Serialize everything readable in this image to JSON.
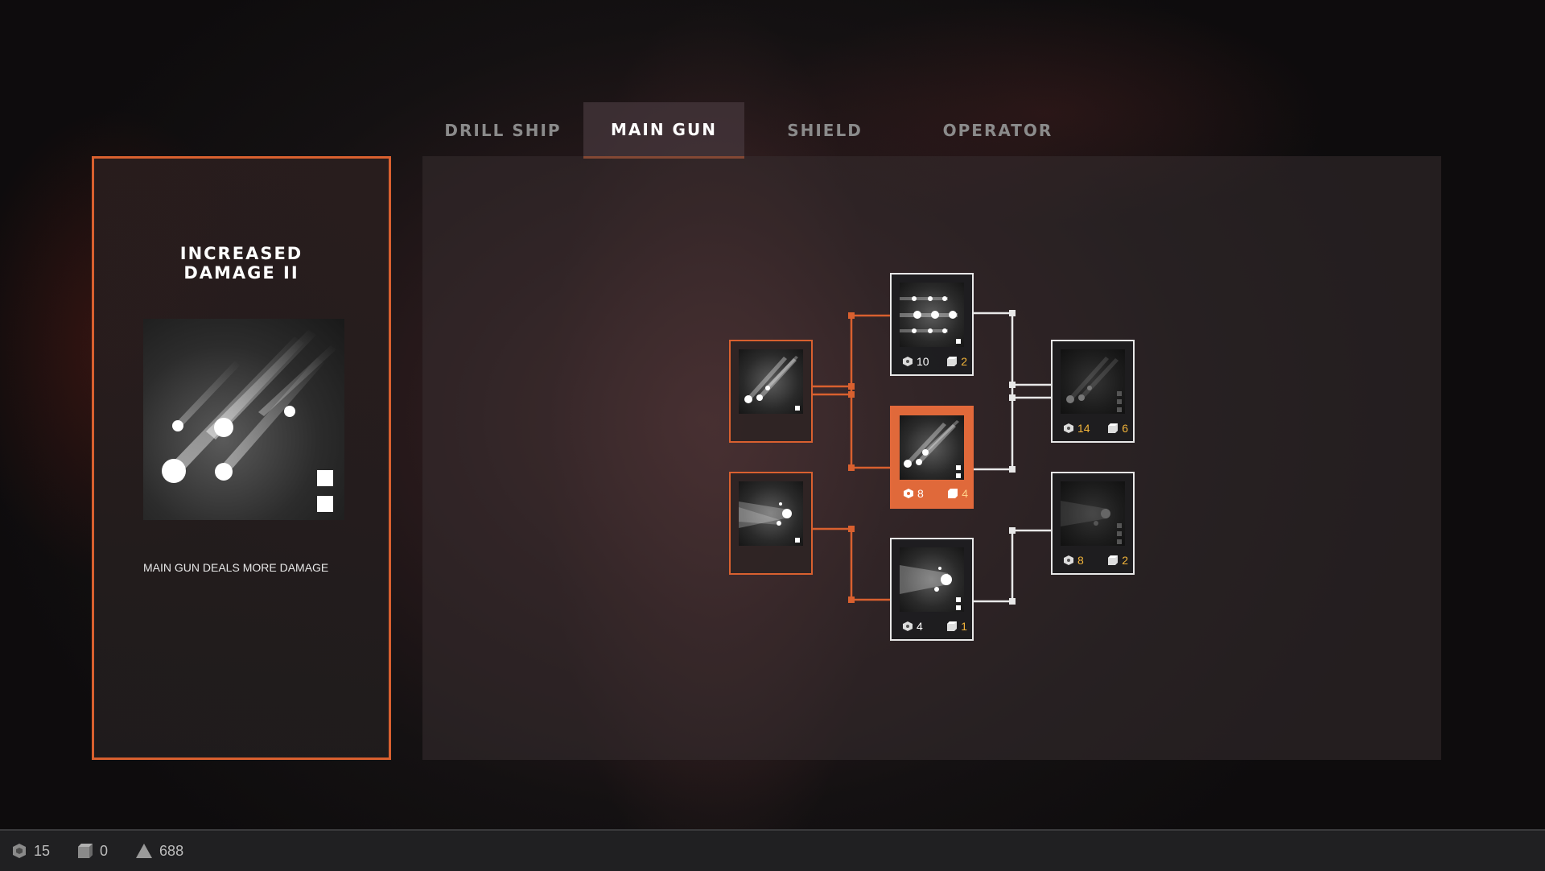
{
  "tabs": [
    {
      "label": "DRILL SHIP",
      "active": false
    },
    {
      "label": "MAIN GUN",
      "active": true
    },
    {
      "label": "SHIELD",
      "active": false
    },
    {
      "label": "OPERATOR",
      "active": false
    }
  ],
  "detail": {
    "title": "INCREASED\nDAMAGE II",
    "description": "MAIN GUN DEALS MORE DAMAGE",
    "image_icon": "meteor-shower-icon"
  },
  "tree": {
    "nodes": [
      {
        "id": "tier1-meteors",
        "icon": "meteor-streaks-icon",
        "state": "unlocked"
      },
      {
        "id": "tier1-beam",
        "icon": "light-beam-icon",
        "state": "unlocked"
      },
      {
        "id": "tier2-spread",
        "icon": "multi-shot-icon",
        "state": "available",
        "cost_a": "10",
        "cost_b": "2"
      },
      {
        "id": "tier2-damage",
        "icon": "meteor-shower-icon",
        "state": "selected",
        "cost_a": "8",
        "cost_b": "4"
      },
      {
        "id": "tier2-beam",
        "icon": "comet-beam-icon",
        "state": "available",
        "cost_a": "4",
        "cost_b": "1"
      },
      {
        "id": "tier3-meteors",
        "icon": "meteor-streaks-icon",
        "state": "locked",
        "cost_a": "14",
        "cost_b": "6"
      },
      {
        "id": "tier3-beam",
        "icon": "comet-beam-icon",
        "state": "locked",
        "cost_a": "8",
        "cost_b": "2"
      }
    ]
  },
  "resources": {
    "cores": "15",
    "cubes": "0",
    "altitude": "688"
  },
  "colors": {
    "accent": "#e0693a",
    "cost_secondary": "#f2b43a",
    "panel_border": "#d9602f"
  }
}
